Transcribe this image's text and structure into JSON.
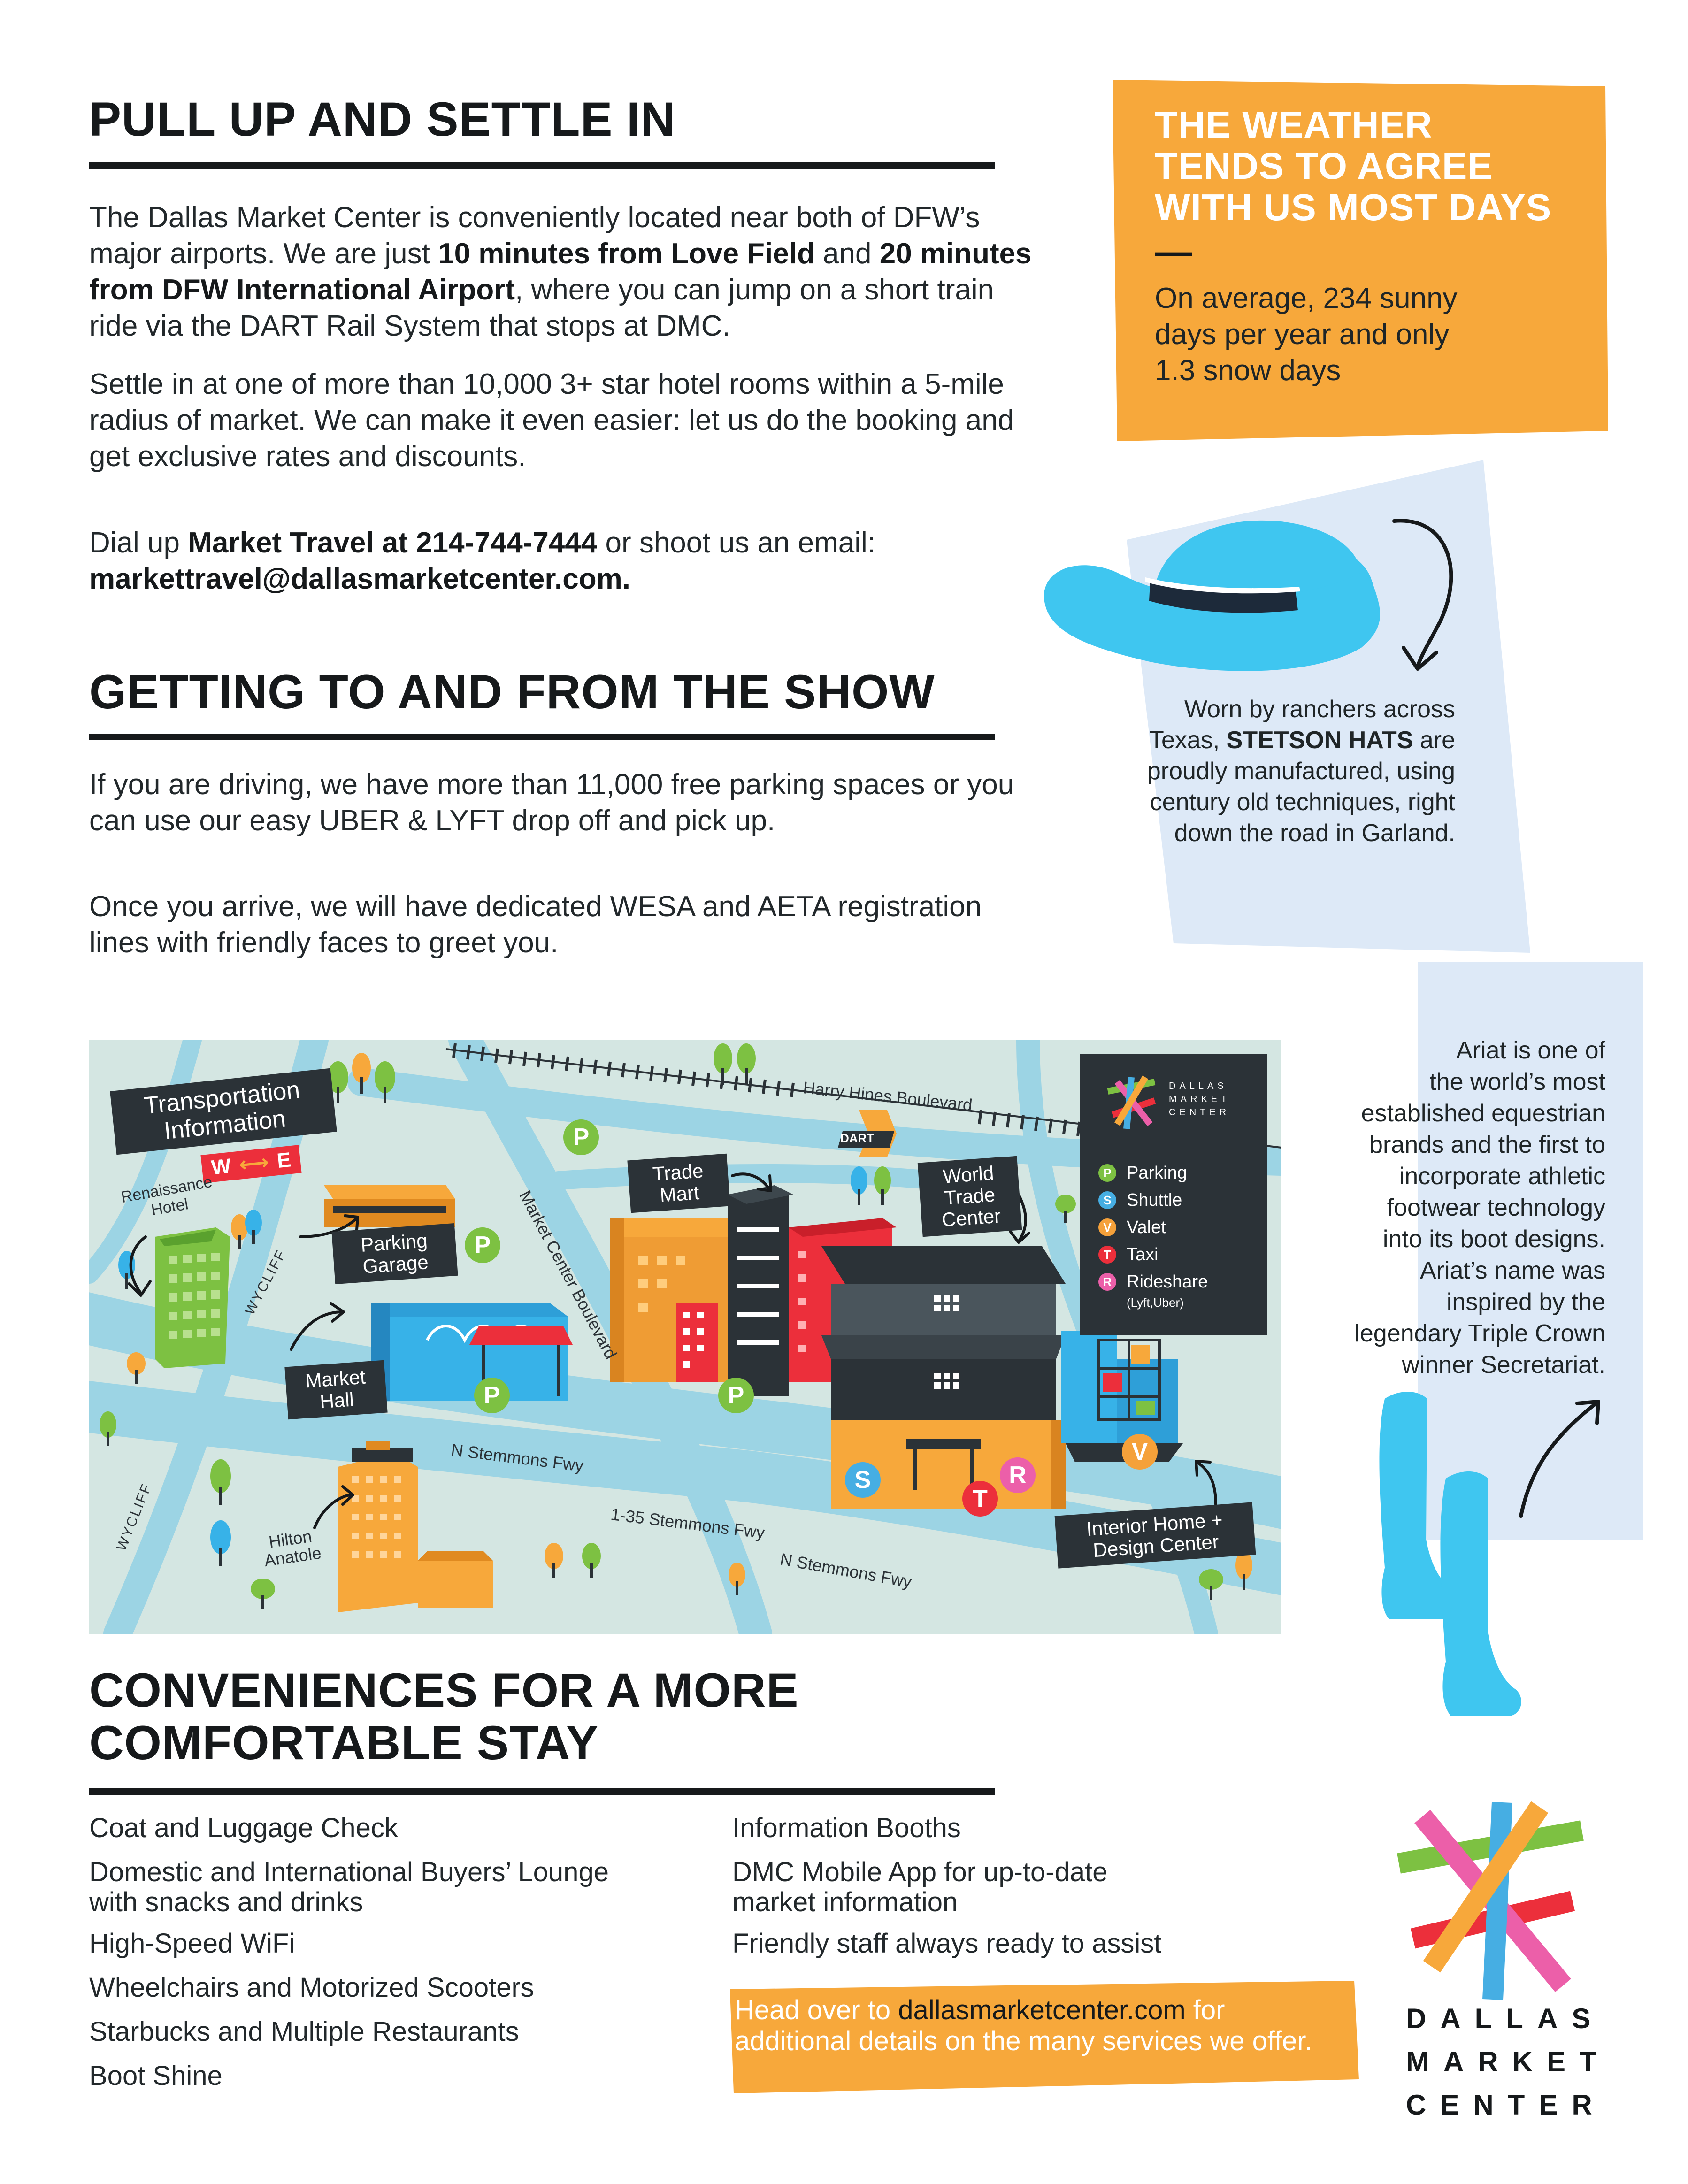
{
  "section1": {
    "heading": "PULL UP AND SETTLE IN",
    "p1": [
      "The Dallas Market Center is conveniently located near both of DFW’s",
      "major airports. We are just ",
      "10 minutes from Love Field",
      " and ",
      "20 minutes",
      "from DFW International Airport",
      ", where you can jump on a short train",
      "ride via the DART Rail System that stops at DMC."
    ],
    "p2": [
      "Settle in at one of more than 10,000 3+ star hotel rooms within a 5-mile",
      "radius of market. We can make it even easier: let us do the booking and",
      "get exclusive rates and discounts."
    ],
    "p3": [
      "Dial up ",
      "Market Travel at 214-744-7444",
      " or shoot us an email:",
      "markettravel@dallasmarketcenter.com."
    ]
  },
  "weather": {
    "heading": [
      "THE WEATHER",
      "TENDS TO AGREE",
      "WITH US MOST DAYS"
    ],
    "dash": "—",
    "body": [
      "On average, 234 sunny",
      "days per year and only",
      "1.3 snow days"
    ]
  },
  "stetson": {
    "lines": [
      "Worn by ranchers across",
      "Texas, ",
      "STETSON HATS",
      " are",
      "proudly manufactured, using",
      "century old techniques, right",
      "down the road in Garland."
    ]
  },
  "section2": {
    "heading": "GETTING TO AND FROM THE SHOW",
    "p1": [
      "If you are driving, we have more than 11,000 free parking spaces or you",
      "can use our easy UBER & LYFT drop off and pick up."
    ],
    "p2": [
      "Once you arrive, we will have dedicated WESA and AETA registration",
      "lines with friendly faces to greet you."
    ]
  },
  "ariat": {
    "lines": [
      "Ariat is one of",
      "the world’s most",
      "established equestrian",
      "brands and the first to",
      "incorporate athletic",
      "footwear technology",
      "into its boot designs.",
      "Ariat’s name was",
      "inspired by the",
      "legendary Triple Crown",
      "winner Secretariat."
    ]
  },
  "map": {
    "transport_label": [
      "Transportation",
      "Information"
    ],
    "w_label": "W",
    "e_label": "E",
    "renaissance": [
      "Renaissance",
      "Hotel"
    ],
    "parking_garage": [
      "Parking",
      "Garage"
    ],
    "market_hall": [
      "Market",
      "Hall"
    ],
    "trade_mart": [
      "Trade",
      "Mart"
    ],
    "world_trade_center": [
      "World",
      "Trade",
      "Center"
    ],
    "interior_home": [
      "Interior Home +",
      "Design Center"
    ],
    "hilton": [
      "Hilton",
      "Anatole"
    ],
    "wycliff_1": "WYCLIFF",
    "wycliff_2": "WYCLIFF",
    "market_center_blvd": "Market Center Boulevard",
    "harry_hines": "Harry Hines Boulevard",
    "n_stemmons_1": "N Stemmons Fwy",
    "i35": "1-35 Stemmons Fwy",
    "n_stemmons_2": "N Stemmons Fwy",
    "dart": "DART",
    "legend_logo": [
      "DALLAS",
      "MARKET",
      "CENTER"
    ],
    "legend": [
      {
        "letter": "P",
        "label": "Parking",
        "color": "#7dc142"
      },
      {
        "letter": "S",
        "label": "Shuttle",
        "color": "#46aee3"
      },
      {
        "letter": "V",
        "label": "Valet",
        "color": "#f5a13a"
      },
      {
        "letter": "T",
        "label": "Taxi",
        "color": "#ec2f3b"
      },
      {
        "letter": "R",
        "label": "Rideshare",
        "color": "#ec5fa9"
      }
    ],
    "legend_sub": "(Lyft,Uber)",
    "pin_p": "P",
    "pin_s": "S",
    "pin_t": "T",
    "pin_r": "R",
    "pin_v": "V"
  },
  "section3": {
    "heading": [
      "CONVENIENCES FOR A MORE",
      "COMFORTABLE STAY"
    ],
    "left": [
      [
        "Coat and Luggage Check"
      ],
      [
        "Domestic and International Buyers’ Lounge",
        "with snacks and drinks"
      ],
      [
        "High-Speed WiFi"
      ],
      [
        "Wheelchairs and Motorized Scooters"
      ],
      [
        "Starbucks and Multiple Restaurants"
      ],
      [
        "Boot Shine"
      ]
    ],
    "right": [
      [
        "Information Booths"
      ],
      [
        "DMC Mobile App for up-to-date",
        "market information"
      ],
      [
        "Friendly staff always ready to assist"
      ]
    ]
  },
  "cta": {
    "a": "Head over to ",
    "link": "dallasmarketcenter.com",
    "b": " for",
    "c": "additional details on the many services we offer."
  },
  "logo": {
    "words": [
      "DALLAS",
      "MARKET",
      "CENTER"
    ]
  },
  "colors": {
    "orange": "#f7a83b",
    "light_blue": "#dde9f7",
    "cyan": "#3fc6f0",
    "dark": "#16191b"
  }
}
